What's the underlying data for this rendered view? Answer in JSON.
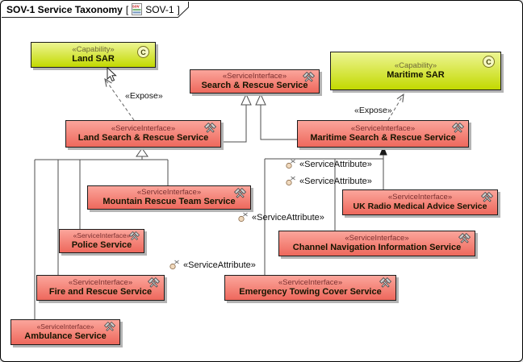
{
  "frame": {
    "title": "SOV-1 Service Taxonomy",
    "bracket_open": "[",
    "diagram_name": "SOV-1",
    "bracket_close": "]"
  },
  "icons": {
    "capability_badge": "C",
    "service_interface_icon": "crossed-tools",
    "service_attribute_icon": "ball-with-tools",
    "diagram_doc_icon": "sov-document"
  },
  "edge_labels": {
    "expose": "«Expose»",
    "service_attribute": "«ServiceAttribute»"
  },
  "nodes": {
    "land_sar": {
      "stereotype": "«Capability»",
      "name": "Land SAR"
    },
    "maritime_sar": {
      "stereotype": "«Capability»",
      "name": "Maritime SAR"
    },
    "search_rescue": {
      "stereotype": "«ServiceInterface»",
      "name": "Search & Rescue Service"
    },
    "land_search_rescue": {
      "stereotype": "«ServiceInterface»",
      "name": "Land Search & Rescue Service"
    },
    "maritime_search_rescue": {
      "stereotype": "«ServiceInterface»",
      "name": "Maritime Search & Rescue Service"
    },
    "mountain_rescue": {
      "stereotype": "«ServiceInterface»",
      "name": "Mountain Rescue Team Service"
    },
    "uk_radio_medical": {
      "stereotype": "«ServiceInterface»",
      "name": "UK Radio Medical Advice Service"
    },
    "police": {
      "stereotype": "«ServiceInterface»",
      "name": "Police Service"
    },
    "channel_navigation": {
      "stereotype": "«ServiceInterface»",
      "name": "Channel Navigation Information Service"
    },
    "fire_rescue": {
      "stereotype": "«ServiceInterface»",
      "name": "Fire and Rescue Service"
    },
    "emergency_towing": {
      "stereotype": "«ServiceInterface»",
      "name": "Emergency Towing Cover Service"
    },
    "ambulance": {
      "stereotype": "«ServiceInterface»",
      "name": "Ambulance Service"
    }
  },
  "colors": {
    "capability_fill_top": "#edf593",
    "capability_fill_bottom": "#c3d900",
    "interface_fill_top": "#fba59b",
    "interface_fill_bottom": "#ee685c",
    "stereotype_capability_text": "#6e683a",
    "stereotype_interface_text": "#7a3030",
    "connector": "#4d4d4d",
    "node_border": "#1c1c1c",
    "shadow": "#b4b4b4",
    "frame_border": "#000000",
    "background": "#ffffff"
  }
}
